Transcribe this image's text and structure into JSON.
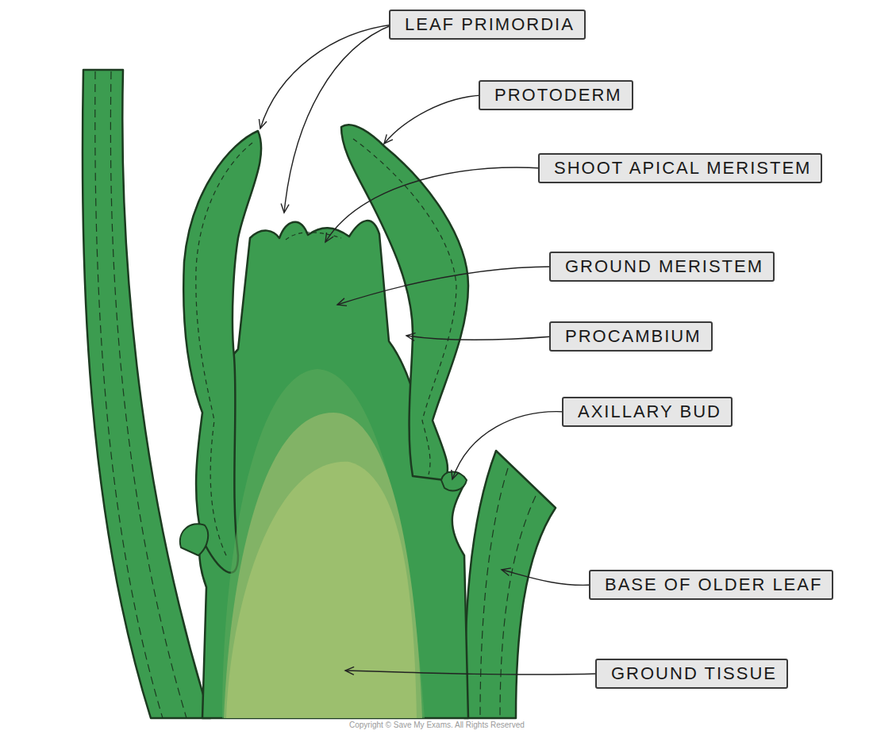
{
  "diagram": {
    "nodes": [
      {
        "text": [
          "LEAF PRIMORDIA"
        ]
      },
      {
        "text": [
          "PROTODERM"
        ]
      },
      {
        "text": [
          "SHOOT APICAL MERISTEM"
        ]
      },
      {
        "text": [
          "GROUND MERISTEM"
        ]
      },
      {
        "text": [
          "PROCAMBIUM"
        ]
      },
      {
        "text": [
          "AXILLARY BUD"
        ]
      },
      {
        "text": [
          "BASE OF OLDER LEAF"
        ]
      },
      {
        "text": [
          "GROUND TISSUE"
        ]
      }
    ],
    "labels": [
      "Copyright © Save My Exams. All Rights Reserved"
    ]
  }
}
